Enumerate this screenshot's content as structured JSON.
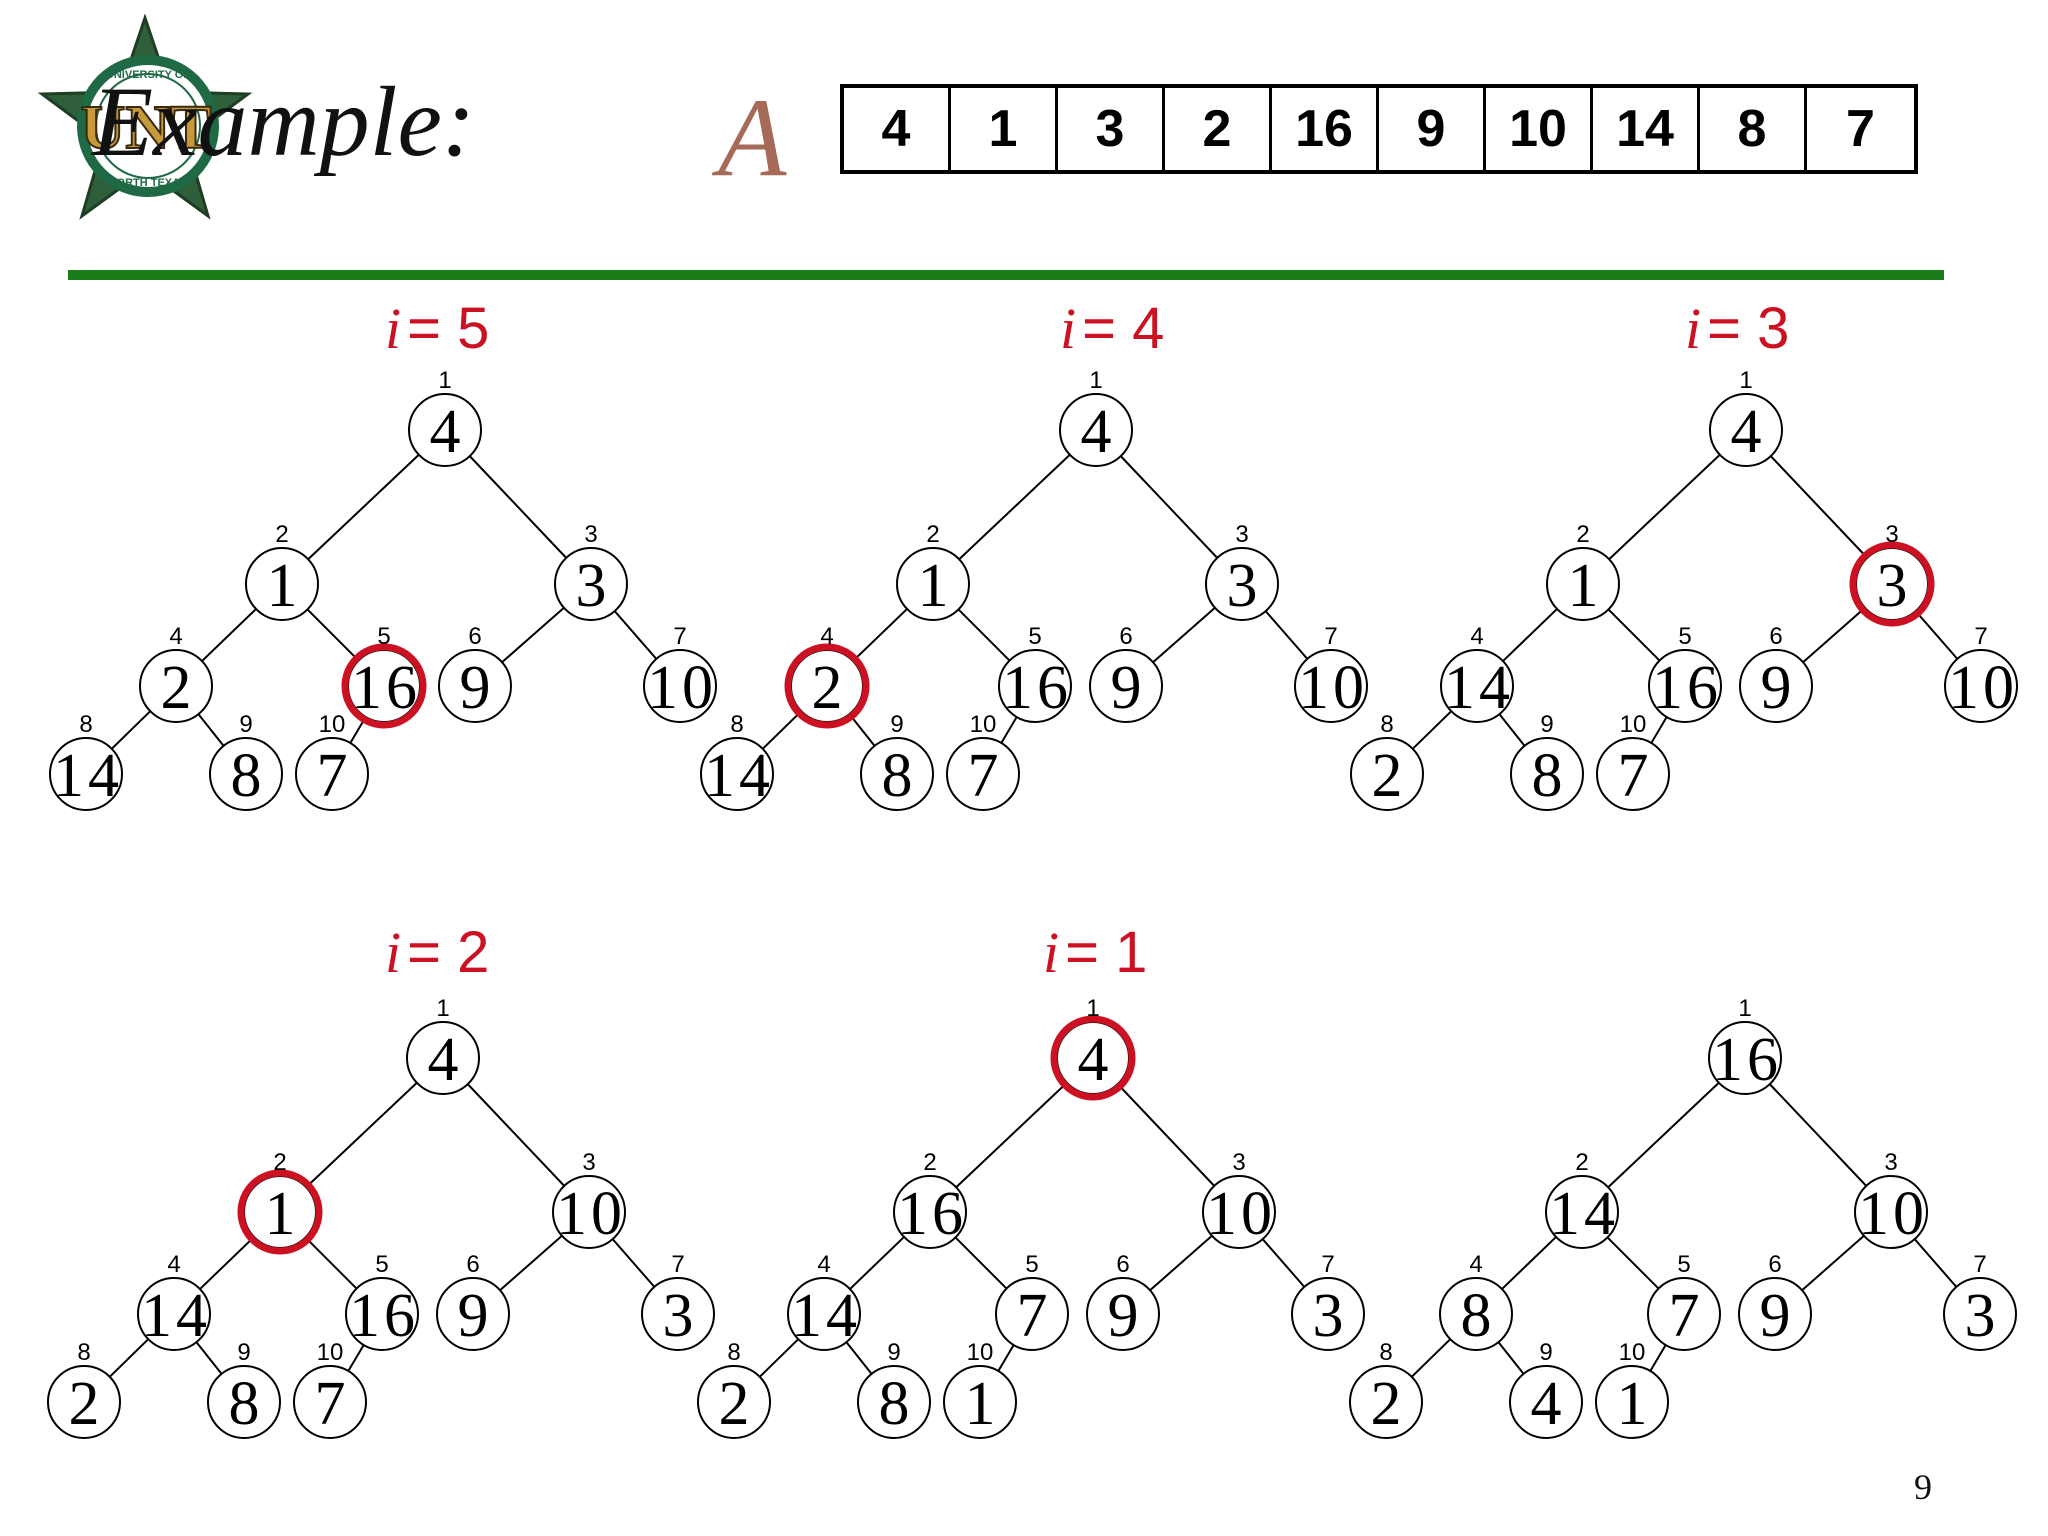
{
  "header": {
    "title": "Example:",
    "array_name": "A",
    "array_values": [
      "4",
      "1",
      "3",
      "2",
      "16",
      "9",
      "10",
      "14",
      "8",
      "7"
    ]
  },
  "colors": {
    "highlight": "#cc1122",
    "rule": "#1a7d1a",
    "array_name": "#a66b58"
  },
  "logo": {
    "icon": "unt-star-logo",
    "text_top": "UNIVERSITY OF",
    "text_main": "UNT",
    "text_bottom": "NORTH TEXAS"
  },
  "steps": [
    {
      "label_var": "i",
      "label_rest": "= 5",
      "values": [
        "4",
        "1",
        "3",
        "2",
        "16",
        "9",
        "10",
        "14",
        "8",
        "7"
      ],
      "highlight": 5
    },
    {
      "label_var": "i",
      "label_rest": "= 4",
      "values": [
        "4",
        "1",
        "3",
        "2",
        "16",
        "9",
        "10",
        "14",
        "8",
        "7"
      ],
      "highlight": 4
    },
    {
      "label_var": "i",
      "label_rest": "= 3",
      "values": [
        "4",
        "1",
        "3",
        "14",
        "16",
        "9",
        "10",
        "2",
        "8",
        "7"
      ],
      "highlight": 3
    },
    {
      "label_var": "i",
      "label_rest": "= 2",
      "values": [
        "4",
        "1",
        "10",
        "14",
        "16",
        "9",
        "3",
        "2",
        "8",
        "7"
      ],
      "highlight": 2
    },
    {
      "label_var": "i",
      "label_rest": "= 1",
      "values": [
        "4",
        "16",
        "10",
        "14",
        "7",
        "9",
        "3",
        "2",
        "8",
        "1"
      ],
      "highlight": 1
    },
    {
      "label_var": "",
      "label_rest": "",
      "values": [
        "16",
        "14",
        "10",
        "8",
        "7",
        "9",
        "3",
        "2",
        "4",
        "1"
      ],
      "highlight": 0
    }
  ],
  "node_indices": [
    "1",
    "2",
    "3",
    "4",
    "5",
    "6",
    "7",
    "8",
    "9",
    "10"
  ],
  "page_number": "9"
}
